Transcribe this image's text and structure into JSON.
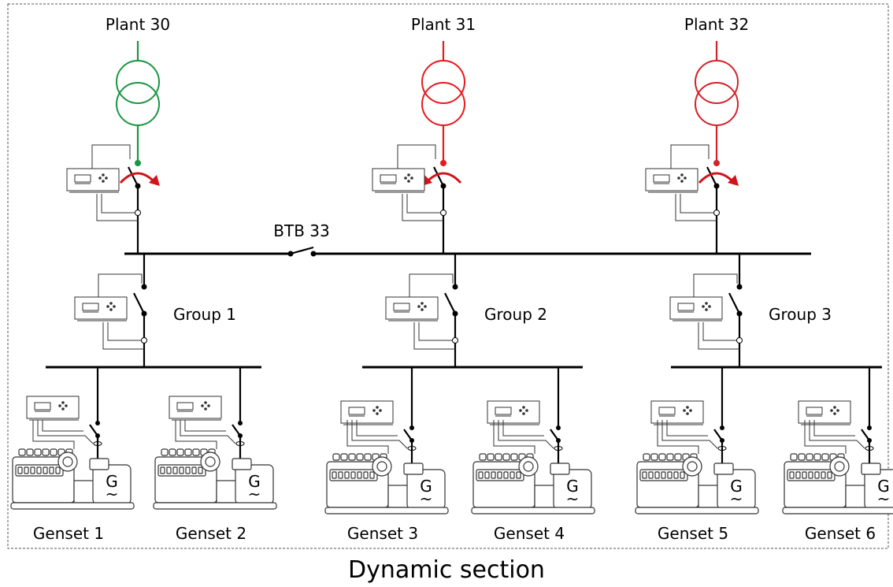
{
  "plants": [
    {
      "label": "Plant 30",
      "color": "#1a9641"
    },
    {
      "label": "Plant 31",
      "color": "#e8191d"
    },
    {
      "label": "Plant 32",
      "color": "#d4222a"
    }
  ],
  "btb_label": "BTB 33",
  "groups": [
    {
      "label": "Group 1"
    },
    {
      "label": "Group 2"
    },
    {
      "label": "Group 3"
    }
  ],
  "gensets": [
    {
      "label": "Genset 1"
    },
    {
      "label": "Genset 2"
    },
    {
      "label": "Genset 3"
    },
    {
      "label": "Genset 4"
    },
    {
      "label": "Genset 5"
    },
    {
      "label": "Genset 6"
    }
  ],
  "generator_symbol": "G",
  "generator_wave": "~",
  "caption": "Dynamic section",
  "colors": {
    "breaker_arrow": "#d0141a",
    "line": "#000000"
  }
}
